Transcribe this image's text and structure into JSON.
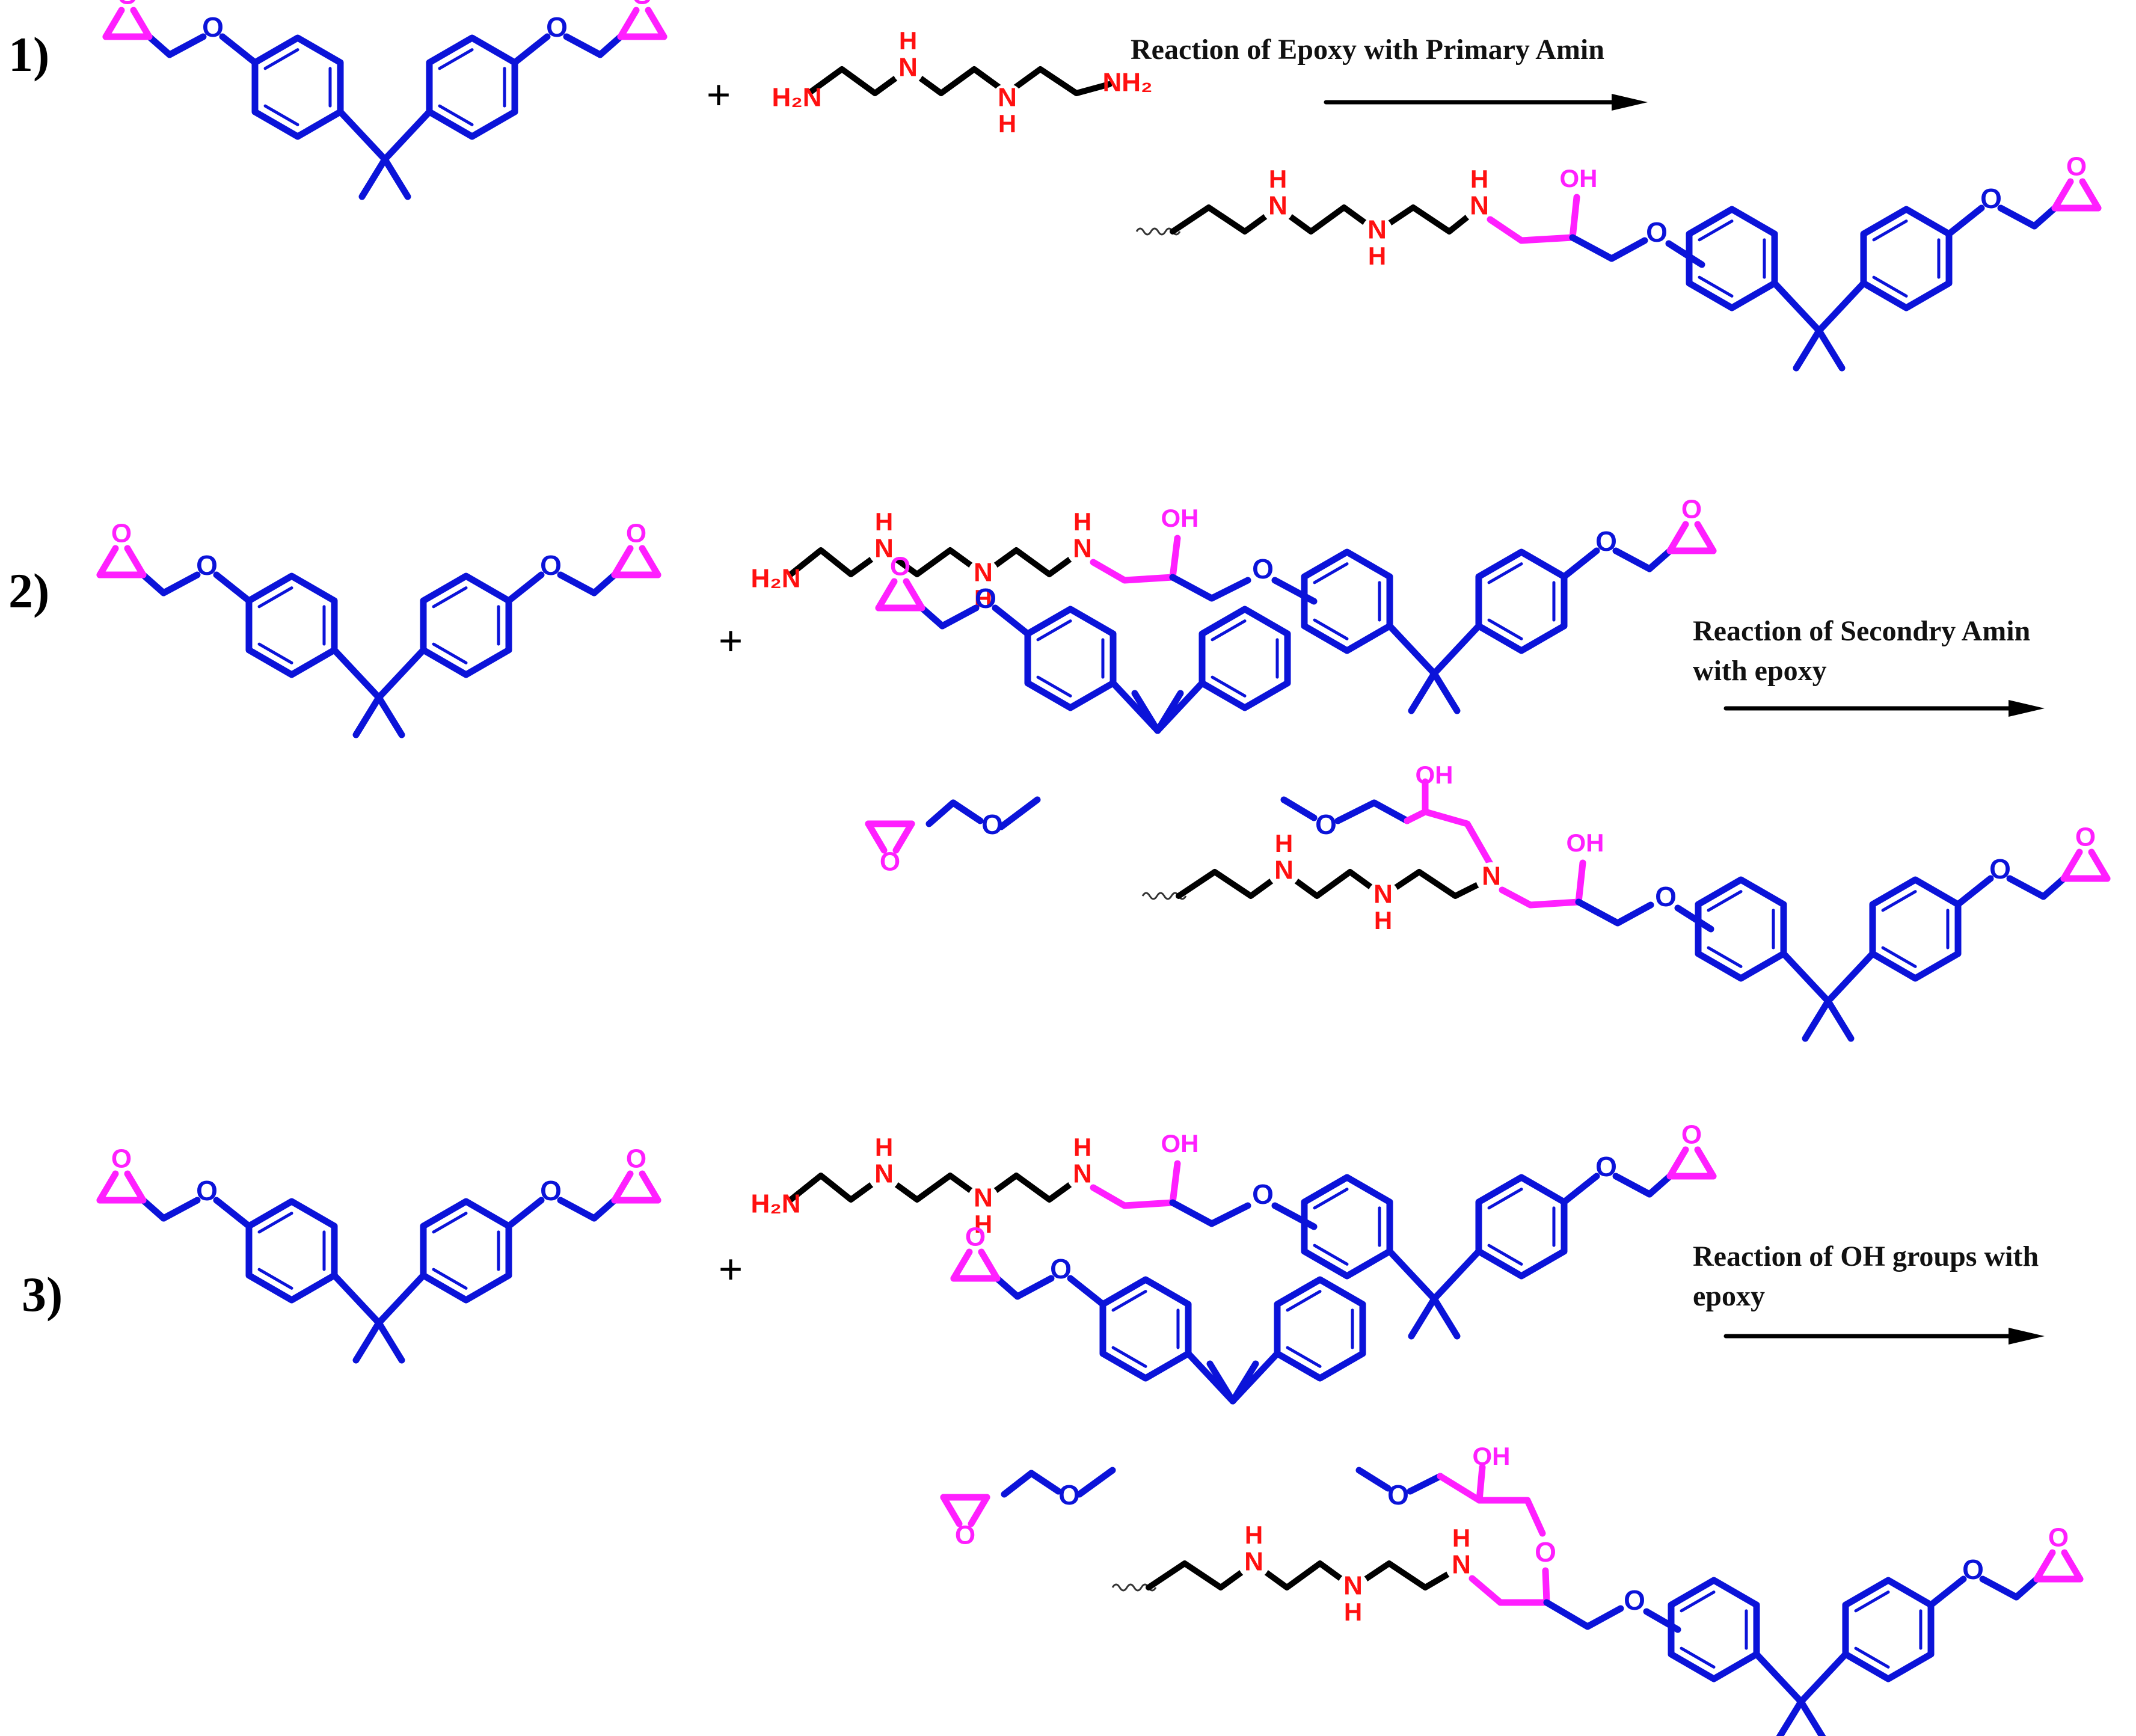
{
  "colors": {
    "bisphenol": "#0b13d9",
    "epoxide": "#ff1fff",
    "nitrogen": "#ff1010",
    "chain": "#000000"
  },
  "atoms": {
    "O": "O",
    "OH": "OH",
    "N": "N",
    "H": "H",
    "H2N": "H₂N",
    "NH2": "NH₂"
  },
  "plus_sign": "+",
  "steps": [
    {
      "number": "1)",
      "caption": [
        "Reaction of Epoxy with Primary Amin"
      ]
    },
    {
      "number": "2)",
      "caption": [
        "Reaction of Secondry Amin",
        "with epoxy"
      ]
    },
    {
      "number": "3)",
      "caption": [
        "Reaction of OH groups with",
        "epoxy"
      ]
    }
  ]
}
